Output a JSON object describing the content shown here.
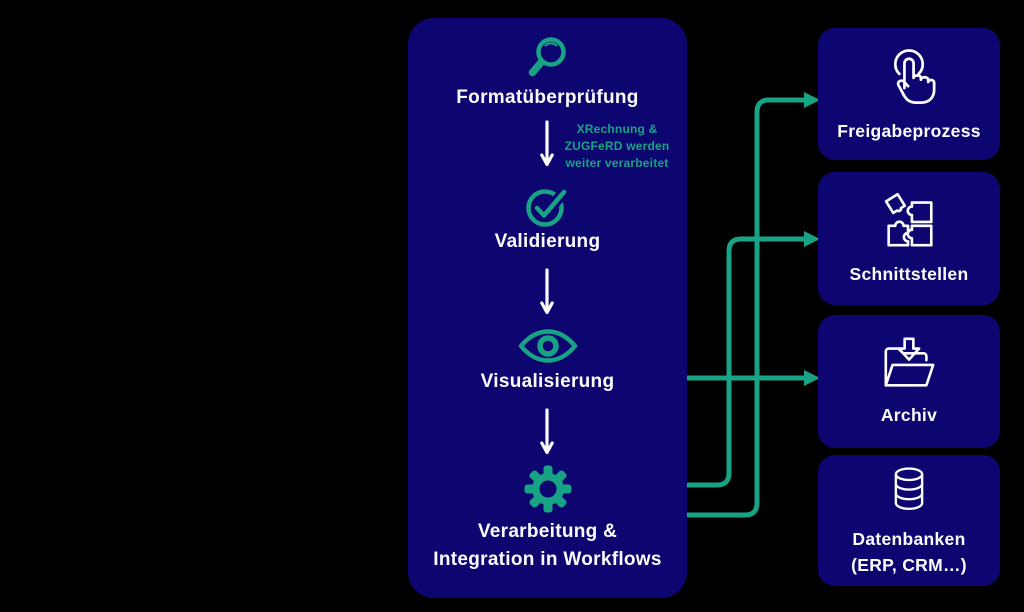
{
  "colors": {
    "background": "#000000",
    "panel_navy": "#0d0670",
    "accent_teal": "#18a385",
    "text_white": "#fcfcfc"
  },
  "panel": {
    "steps": [
      {
        "icon": "magnifier-icon",
        "label": "Formatüberprüfung"
      },
      {
        "icon": "check-circle-icon",
        "label": "Validierung"
      },
      {
        "icon": "eye-icon",
        "label": "Visualisierung"
      },
      {
        "icon": "gear-icon",
        "label_line1": "Verarbeitung &",
        "label_line2": "Integration in Workflows"
      }
    ],
    "note": {
      "line1": "XRechnung &",
      "line2": "ZUGFeRD werden",
      "line3": "weiter verarbeitet"
    }
  },
  "targets": [
    {
      "icon": "tap-hand-icon",
      "label": "Freigabeprozess"
    },
    {
      "icon": "puzzle-icon",
      "label": "Schnittstellen"
    },
    {
      "icon": "folder-download-icon",
      "label": "Archiv"
    },
    {
      "icon": "database-icon",
      "label": "Datenbanken",
      "sublabel": "(ERP, CRM…)"
    }
  ]
}
